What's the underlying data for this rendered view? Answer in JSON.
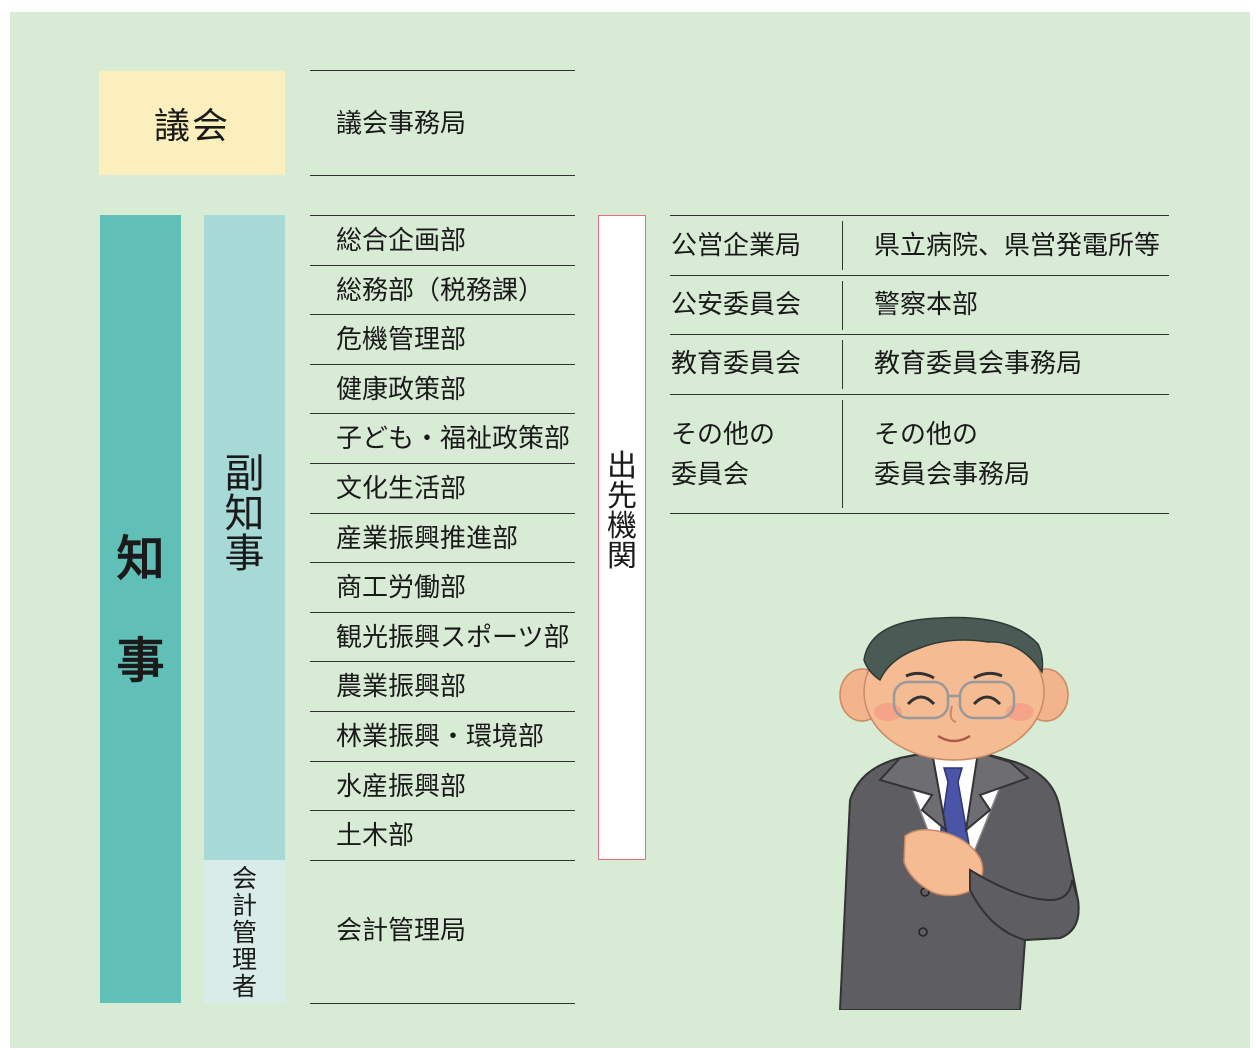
{
  "assembly": {
    "label": "議会",
    "office": "議会事務局"
  },
  "governor": {
    "char1": "知",
    "char2": "事"
  },
  "vice_governor": [
    "副",
    "知",
    "事"
  ],
  "accounting_manager": [
    "会",
    "計",
    "管",
    "理",
    "者"
  ],
  "departments": [
    "総合企画部",
    "総務部（税務課）",
    "危機管理部",
    "健康政策部",
    "子ども・福祉政策部",
    "文化生活部",
    "産業振興推進部",
    "商工労働部",
    "観光振興スポーツ部",
    "農業振興部",
    "林業振興・環境部",
    "水産振興部",
    "土木部"
  ],
  "accounting_office": "会計管理局",
  "branch_offices": [
    "出",
    "先",
    "機",
    "関"
  ],
  "agencies": [
    {
      "left": "公営企業局",
      "right": "県立病院、県営発電所等"
    },
    {
      "left": "公安委員会",
      "right": "警察本部"
    },
    {
      "left": "教育委員会",
      "right": "教育委員会事務局"
    },
    {
      "left_line1": "その他の",
      "left_line2": "委員会",
      "right_line1": "その他の",
      "right_line2": "委員会事務局"
    }
  ],
  "colors": {
    "background": "#d8ebd5",
    "assembly": "#fbefbd",
    "governor": "#60c0b7",
    "vice_governor": "#a7dad7",
    "accounting_manager": "#d9ece8",
    "branch_border": "#e2707a"
  },
  "illustration": "smiling-businessman-icon"
}
